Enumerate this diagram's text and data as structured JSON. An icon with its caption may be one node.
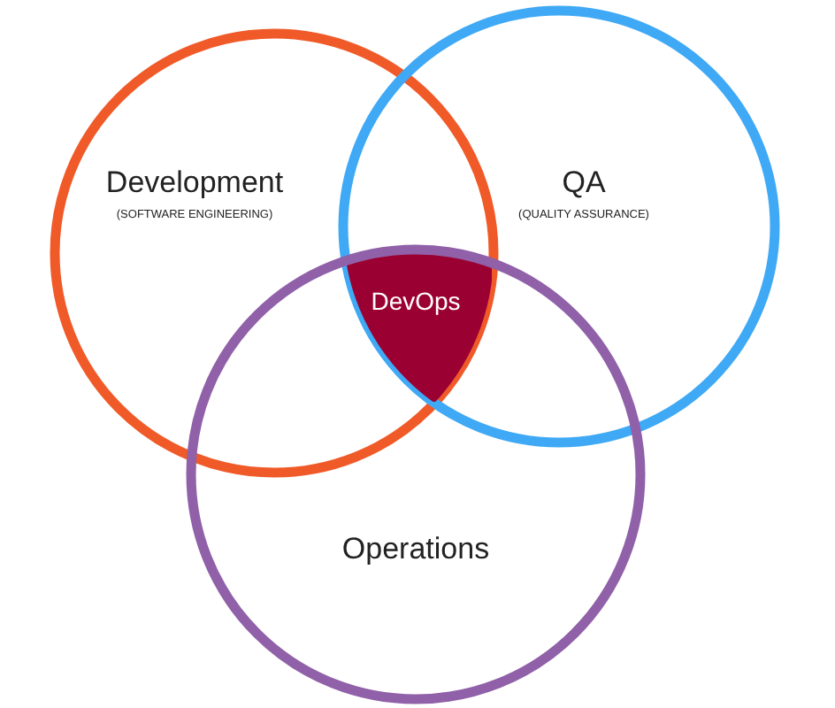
{
  "diagram": {
    "nodes": [
      {
        "text": [
          "Development",
          "(SOFTWARE ENGINEERING)"
        ]
      },
      {
        "text": [
          "QA",
          "(QUALITY ASSURANCE)"
        ]
      },
      {
        "text": [
          "DevOps"
        ]
      },
      {
        "text": [
          "Operations"
        ]
      }
    ]
  }
}
